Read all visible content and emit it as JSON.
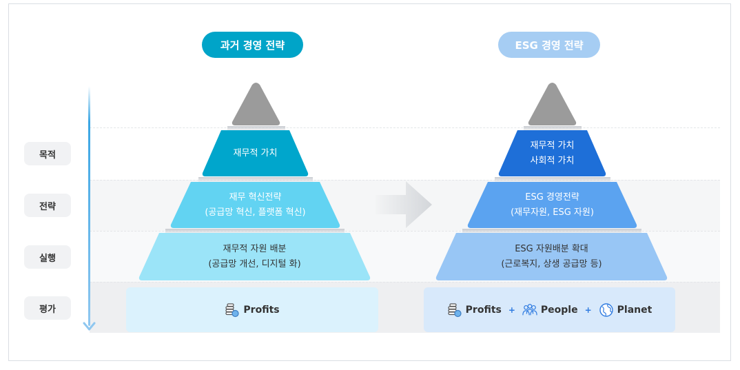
{
  "left_pyramid": {
    "header": "과거 경영 전략",
    "top_label": "재무적 가치",
    "middle_line1": "재무 혁신전략",
    "middle_line2": "(공급망 혁신, 플랫폼 혁신)",
    "lower_line1": "재무적 자원 배분",
    "lower_line2": "(공급망 개선, 디지털 화)",
    "base": "Profits"
  },
  "right_pyramid": {
    "header": "ESG 경영 전략",
    "top_line1": "재무적 가치",
    "top_line2": "사회적 가치",
    "middle_line1": "ESG 경영전략",
    "middle_line2": "(재무자원, ESG 자원)",
    "lower_line1": "ESG 자원배분 확대",
    "lower_line2": "(근로복지, 상생 공급망 등)",
    "base_profits": "Profits",
    "base_people": "People",
    "base_planet": "Planet",
    "plus_sign": "+"
  },
  "row_labels": [
    "목적",
    "전략",
    "실행",
    "평가"
  ],
  "colors": {
    "left_header": "#00a4c8",
    "right_header": "#a6cdf3",
    "apex": "#9b9b9b",
    "left_level1": "#00a6cc",
    "left_level2": "#62d3f2",
    "left_level3": "#9be4f8",
    "left_base": "#dbf2fd",
    "right_level1": "#1e6fd8",
    "right_level2": "#5ba3f0",
    "right_level3": "#98c6f5",
    "right_base": "#d8e9fb"
  },
  "icons": [
    "coins-icon",
    "people-icon",
    "globe-icon",
    "arrow-right-icon",
    "arrow-down-icon"
  ]
}
